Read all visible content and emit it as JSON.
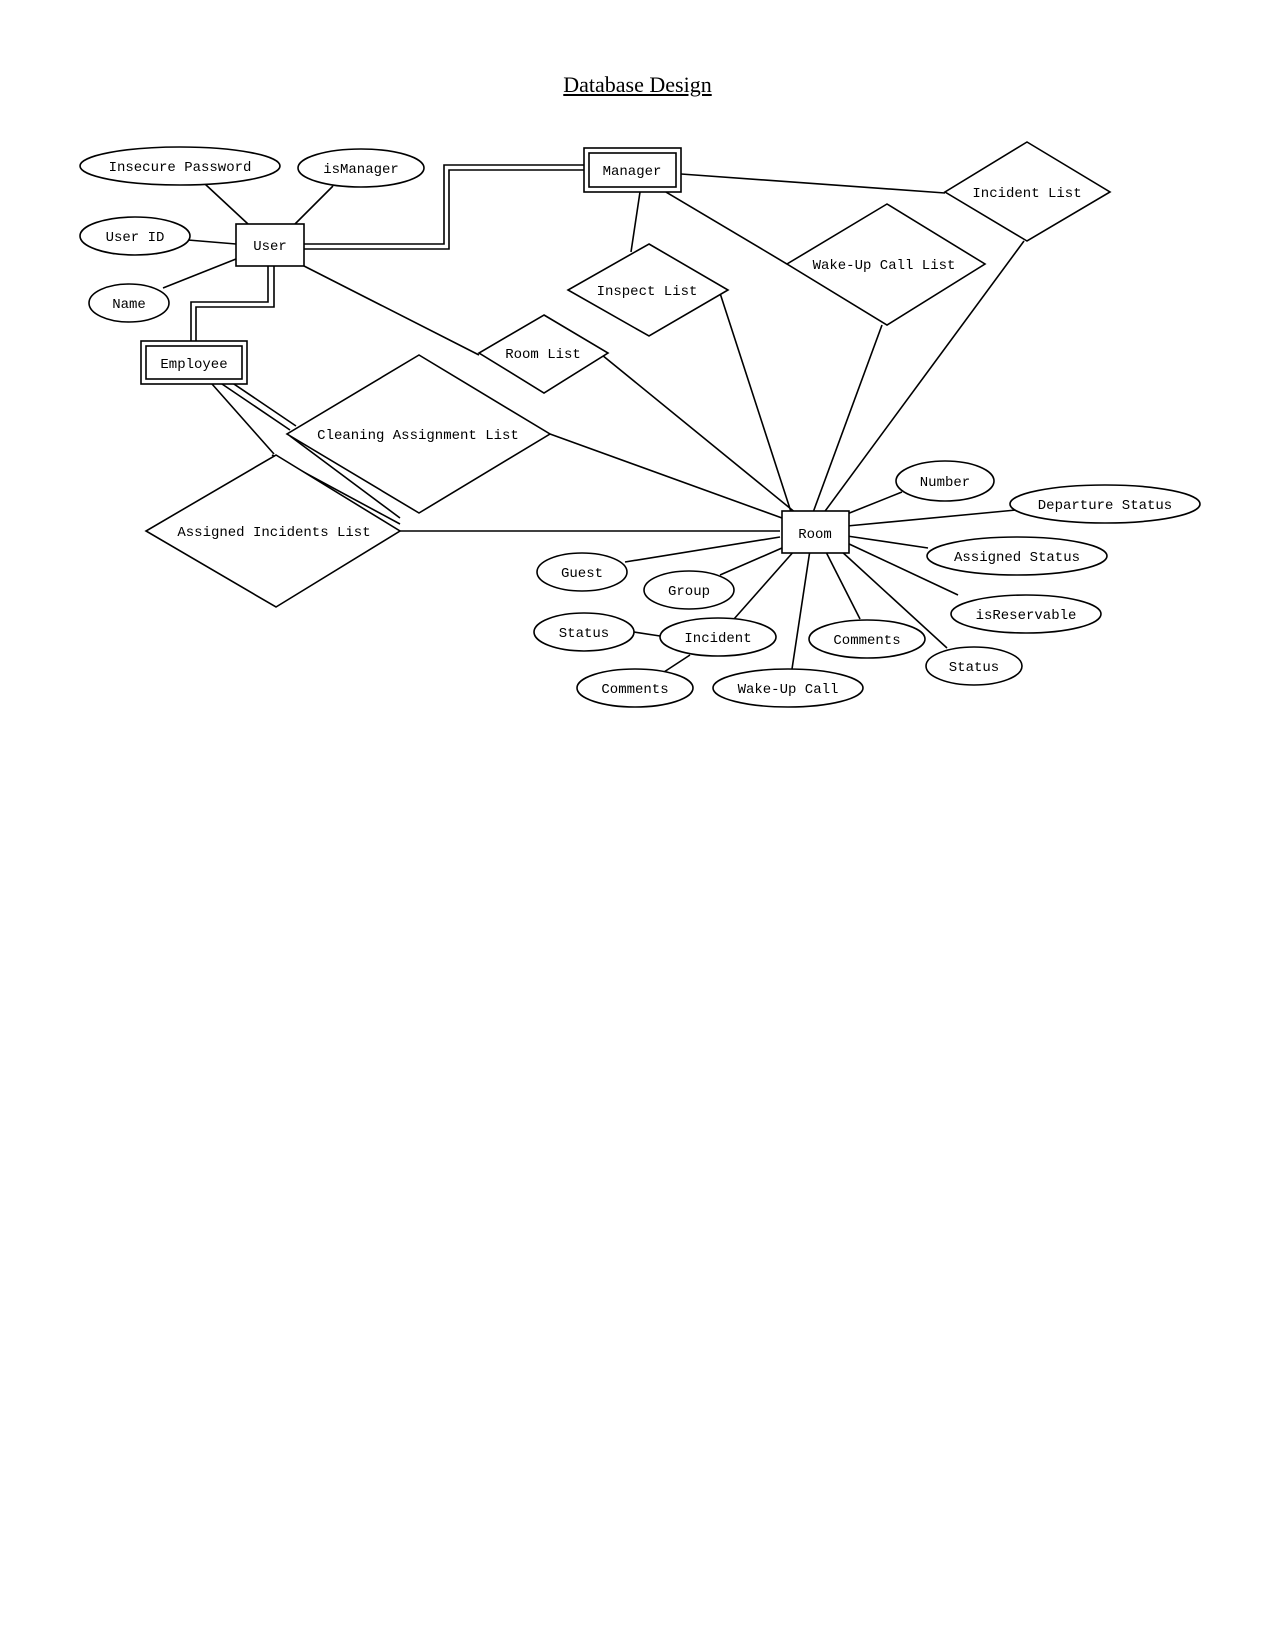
{
  "title": "Database Design",
  "entities": {
    "user": "User",
    "manager": "Manager",
    "employee": "Employee",
    "room": "Room"
  },
  "relationships": {
    "incident_list": "Incident List",
    "wake_up_call_list": "Wake-Up Call List",
    "inspect_list": "Inspect List",
    "room_list": "Room List",
    "cleaning_assignment_list": "Cleaning Assignment List",
    "assigned_incidents_list": "Assigned Incidents List"
  },
  "attributes": {
    "insecure_password": "Insecure Password",
    "is_manager": "isManager",
    "user_id": "User ID",
    "name": "Name",
    "number": "Number",
    "departure_status": "Departure Status",
    "assigned_status": "Assigned Status",
    "is_reservable": "isReservable",
    "room_status": "Status",
    "room_comments": "Comments",
    "wake_up_call": "Wake-Up Call",
    "incident": "Incident",
    "incident_status": "Status",
    "incident_comments": "Comments",
    "guest": "Guest",
    "group": "Group"
  }
}
